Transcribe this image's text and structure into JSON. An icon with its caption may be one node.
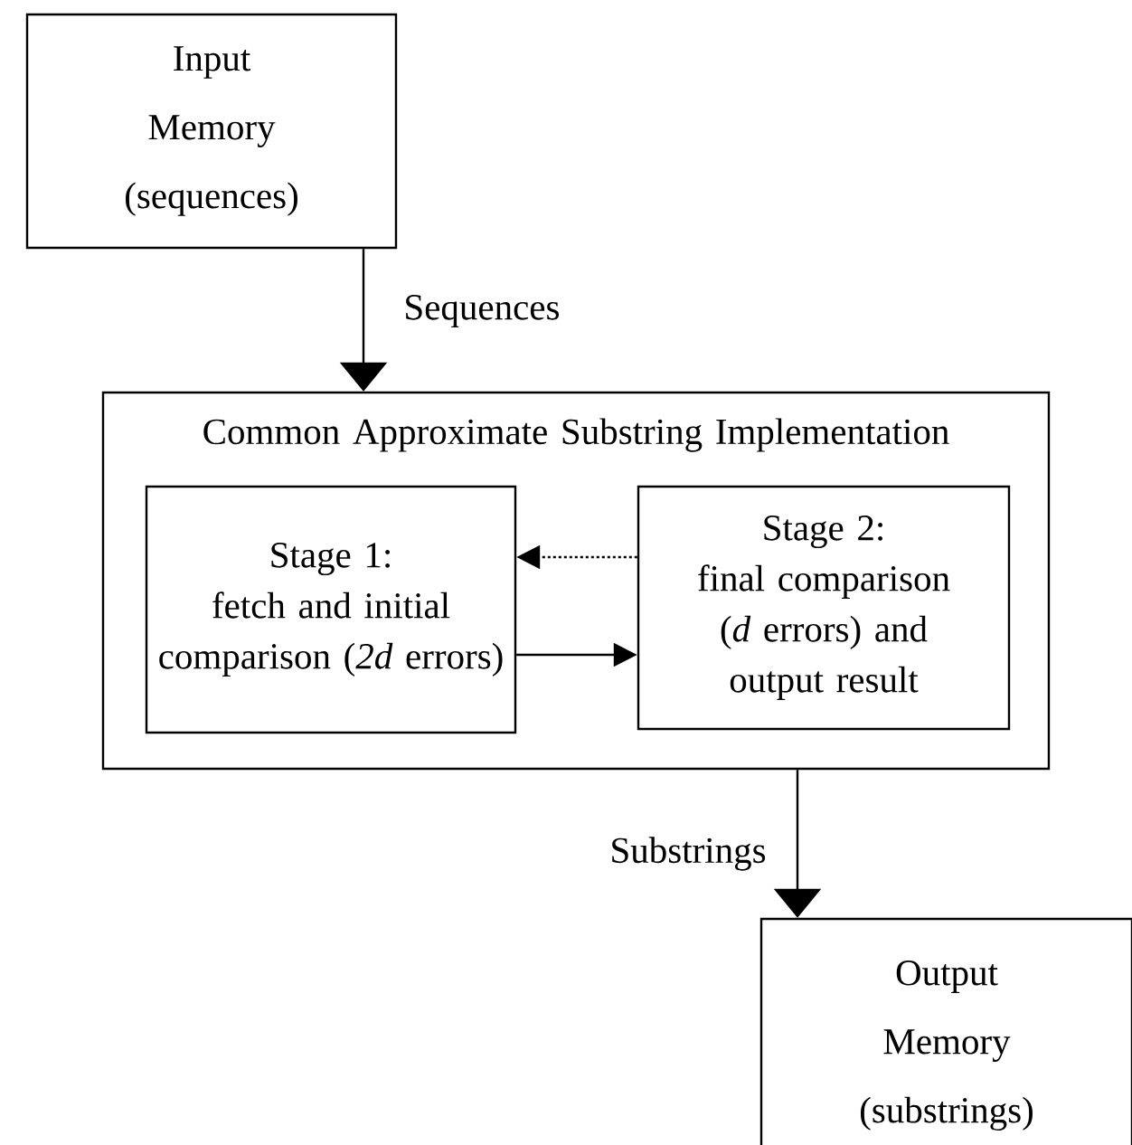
{
  "diagram": {
    "nodes": [
      {
        "text": [
          "Input",
          "Memory",
          "(sequences)"
        ]
      },
      {
        "text": [
          "Common Approximate Substring Implementation"
        ]
      },
      {
        "text": [
          "Stage 1:",
          "fetch and initial comparison (*2d* errors)"
        ],
        "in": 1
      },
      {
        "text": [
          "Stage 2:",
          "final comparison (*d* errors) and output result"
        ],
        "in": 1
      },
      {
        "text": [
          "Output",
          "Memory",
          "(substrings)"
        ]
      }
    ],
    "edges": [
      {
        "from": 0,
        "to": 1,
        "arrow": "to",
        "label": "Sequences"
      },
      {
        "from": 3,
        "to": 2,
        "arrow": "to",
        "style": "dashed"
      },
      {
        "from": 2,
        "to": 3,
        "arrow": "to"
      },
      {
        "from": 1,
        "to": 4,
        "arrow": "to",
        "label": "Substrings"
      }
    ]
  }
}
